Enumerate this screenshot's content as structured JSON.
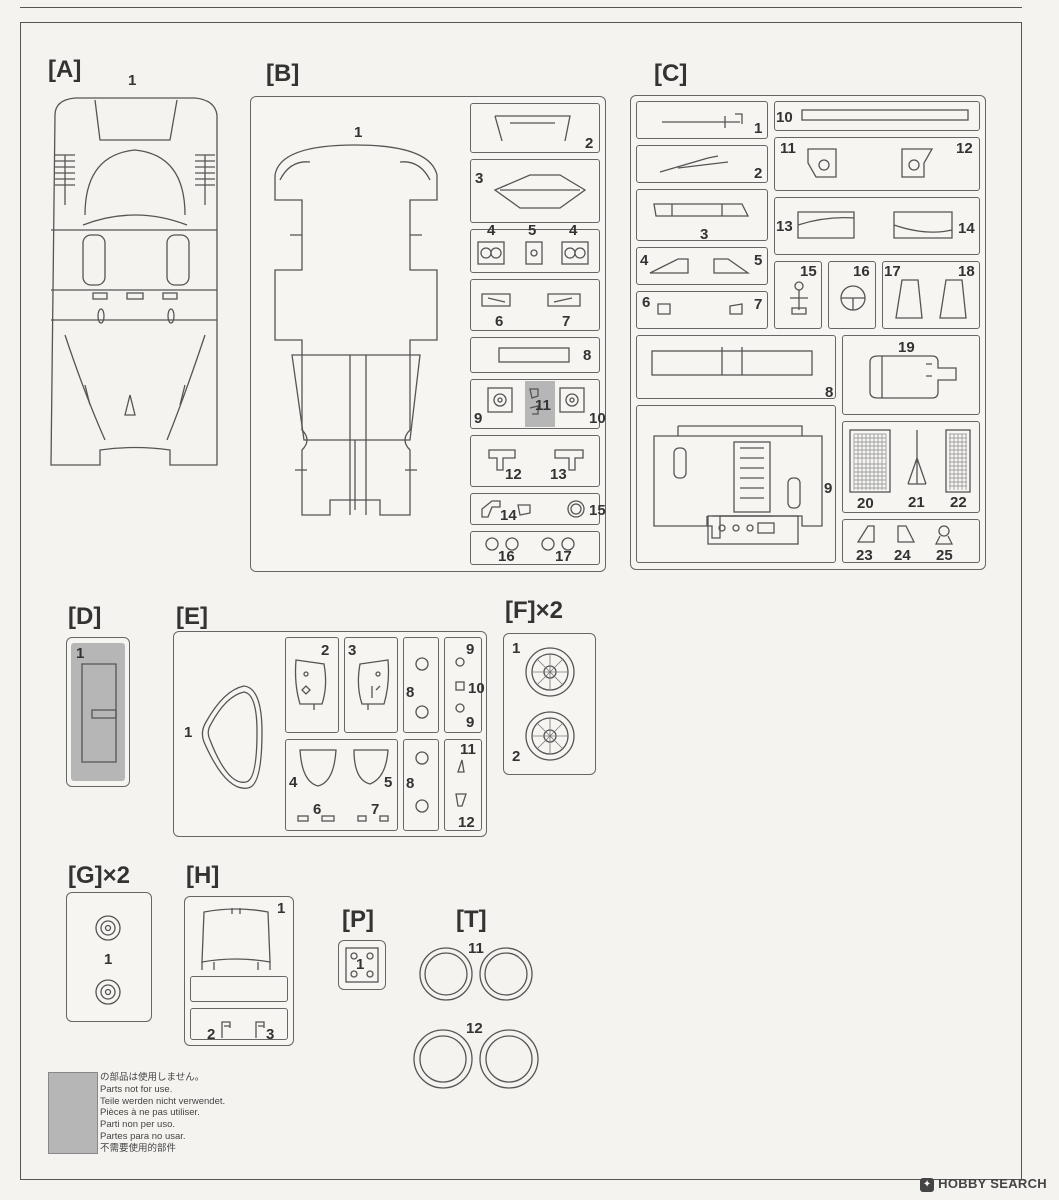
{
  "sprues": {
    "A": {
      "label": "[A]",
      "parts": [
        "1"
      ]
    },
    "B": {
      "label": "[B]",
      "parts": [
        "1",
        "2",
        "3",
        "4",
        "5",
        "4",
        "6",
        "7",
        "8",
        "9",
        "11",
        "10",
        "12",
        "13",
        "14",
        "15",
        "16",
        "17"
      ]
    },
    "C": {
      "label": "[C]",
      "parts": [
        "1",
        "10",
        "2",
        "11",
        "12",
        "3",
        "13",
        "14",
        "4",
        "5",
        "15",
        "16",
        "17",
        "18",
        "6",
        "7",
        "19",
        "8",
        "9",
        "20",
        "21",
        "22",
        "23",
        "24",
        "25"
      ]
    },
    "D": {
      "label": "[D]",
      "parts": [
        "1"
      ]
    },
    "E": {
      "label": "[E]",
      "parts": [
        "1",
        "2",
        "3",
        "8",
        "9",
        "10",
        "9",
        "4",
        "5",
        "8",
        "11",
        "6",
        "7",
        "12"
      ]
    },
    "F": {
      "label": "[F]×2",
      "parts": [
        "1",
        "2"
      ]
    },
    "G": {
      "label": "[G]×2",
      "parts": [
        "1"
      ]
    },
    "H": {
      "label": "[H]",
      "parts": [
        "1",
        "2",
        "3"
      ]
    },
    "P": {
      "label": "[P]",
      "parts": [
        "1"
      ]
    },
    "T": {
      "label": "[T]",
      "parts": [
        "11",
        "12"
      ]
    }
  },
  "legend": {
    "lines": [
      "の部品は使用しません。",
      "Parts not for use.",
      "Teile werden nicht verwendet.",
      "Pièces à ne pas utiliser.",
      "Parti non per uso.",
      "Partes para no usar.",
      "不需要使用的部件"
    ],
    "swatch_color": "#b6b6b6"
  },
  "watermark": {
    "icon": "hobby-search-logo-icon",
    "text": "HOBBY SEARCH"
  }
}
